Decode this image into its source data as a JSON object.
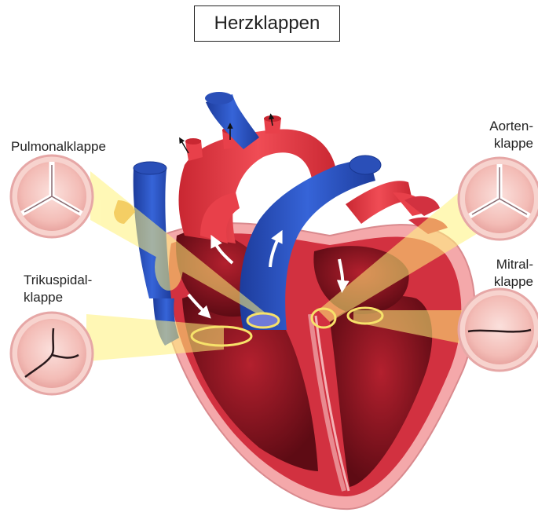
{
  "title": "Herzklappen",
  "labels": {
    "pulmonal": {
      "line1": "Pulmonalklappe"
    },
    "aorten": {
      "line1": "Aorten-",
      "line2": "klappe"
    },
    "trikuspidal": {
      "line1": "Trikuspidal-",
      "line2": "klappe"
    },
    "mitral": {
      "line1": "Mitral-",
      "line2": "klappe"
    }
  },
  "colors": {
    "artery_red": "#e8404a",
    "vein_blue": "#2c56c8",
    "chamber_dark": "#8a1420",
    "myocardium": "#d23140",
    "pericardium_pink": "#f4a8aa",
    "highlight_yellow": "#fff27a",
    "valve_disc": "#f7c9c4"
  }
}
